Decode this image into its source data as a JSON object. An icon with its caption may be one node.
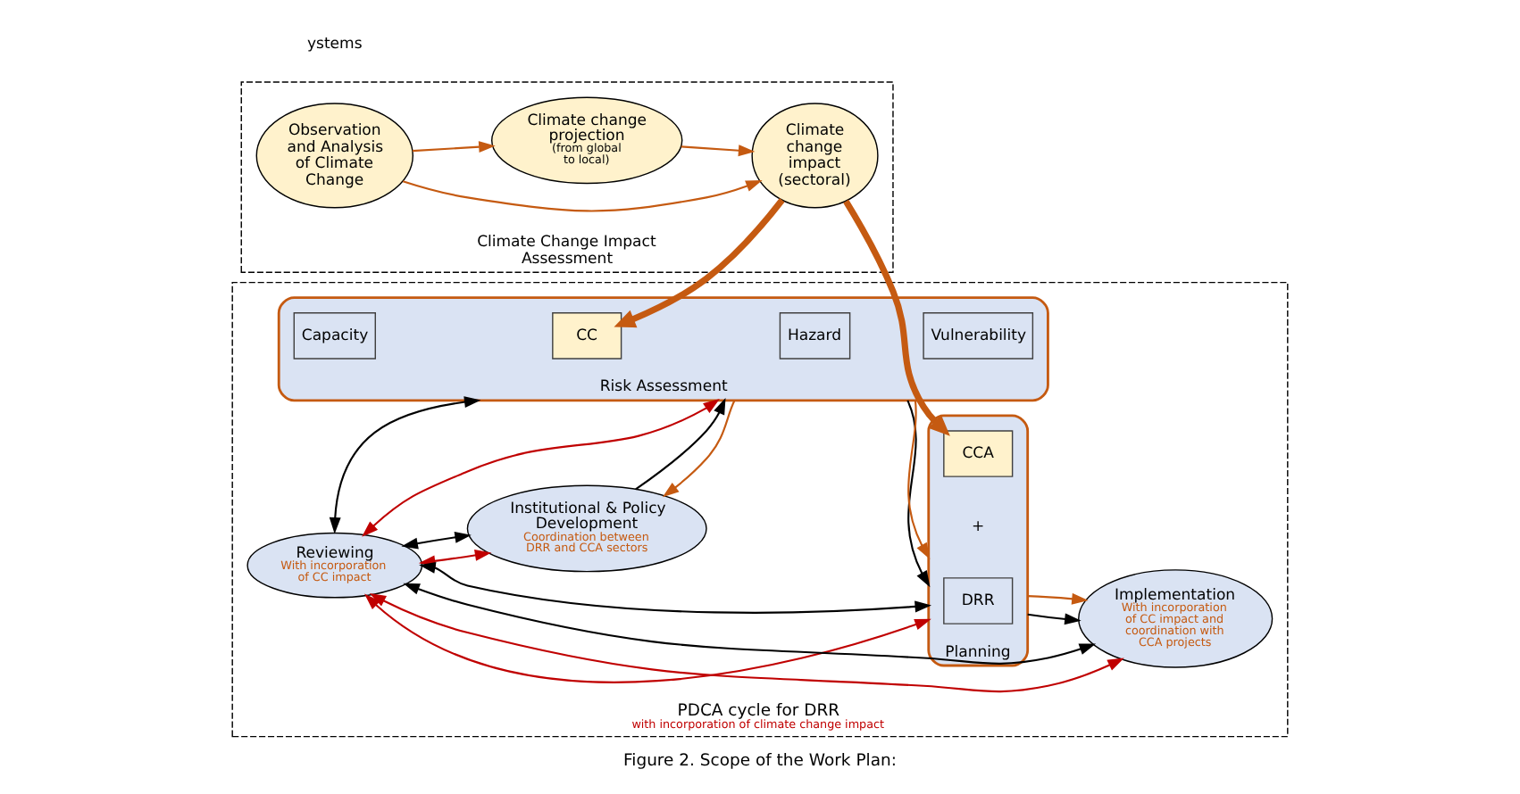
{
  "diagram": {
    "caption": "Figure 2. Scope of the Work Plan:",
    "nodes": [
      {
        "text": [
          "PDCA cycle for DRR",
          "with incorporation of climate change impact"
        ]
      },
      {
        "text": [
          "Institutional & Policy Development",
          "Coordination between DRR and CCA sectors"
        ],
        "in": 0
      },
      {
        "text": [
          "Reviewing",
          "With incorporation of CC impact"
        ],
        "in": 0
      },
      {
        "text": [
          "Risk Assessment"
        ],
        "in": 0
      },
      {
        "text": [
          "Hazard"
        ],
        "in": 3
      },
      {
        "text": [
          "Vulnerability"
        ],
        "in": 3
      },
      {
        "text": [
          "Capacity"
        ],
        "in": 3
      },
      {
        "text": [
          "CC"
        ],
        "in": 3
      },
      {
        "text": [
          "Planning"
        ],
        "in": 0
      },
      {
        "text": [
          "DRR"
        ],
        "in": 8
      },
      {
        "text": [
          "CCA"
        ],
        "in": 8
      },
      {
        "text": [
          "Implementation",
          "With incorporation of CC impact and coordination with CCA projects"
        ],
        "in": 0
      },
      {
        "text": [
          "Climate Change Impact Assessment"
        ]
      },
      {
        "text": [
          "Climate change impact (sectoral)"
        ],
        "in": 12
      },
      {
        "text": [
          "Observation and Analysis of Climate Change"
        ],
        "in": 12
      },
      {
        "text": [
          "Climate change projection",
          "(from global to local)"
        ],
        "in": 12
      }
    ],
    "edges": [
      {
        "from": 1,
        "to": 3,
        "arrow": "to",
        "color": "#000000"
      },
      {
        "from": 3,
        "to": 1,
        "arrow": "to",
        "color": "#c55a11"
      },
      {
        "from": 2,
        "to": 1,
        "arrow": "both",
        "color": "#c00000"
      },
      {
        "from": 2,
        "to": 1,
        "arrow": "both",
        "color": "#000000"
      },
      {
        "from": 2,
        "to": 3,
        "arrow": "both",
        "color": "#000000"
      },
      {
        "from": 2,
        "to": 3,
        "arrow": "both",
        "color": "#c00000"
      },
      {
        "from": 2,
        "to": 8,
        "arrow": "both",
        "color": "#000000"
      },
      {
        "from": 2,
        "to": 8,
        "arrow": "both",
        "color": "#c00000"
      },
      {
        "from": 2,
        "to": 11,
        "arrow": "both",
        "color": "#c00000"
      },
      {
        "from": 2,
        "to": 11,
        "arrow": "both",
        "color": "#000000"
      },
      {
        "from": 3,
        "to": 8,
        "arrow": "to",
        "color": "#000000"
      },
      {
        "from": 3,
        "to": 8,
        "arrow": "to",
        "color": "#c55a11"
      },
      {
        "from": 8,
        "to": 11,
        "arrow": "to",
        "color": "#000000"
      },
      {
        "from": 8,
        "to": 11,
        "arrow": "to",
        "color": "#c55a11"
      },
      {
        "from": 13,
        "to": 7,
        "arrow": "to",
        "style": "thick",
        "color": "#c55a11"
      },
      {
        "from": 13,
        "to": 10,
        "arrow": "to",
        "style": "thick",
        "color": "#c55a11"
      },
      {
        "from": 14,
        "to": 13,
        "arrow": "to",
        "color": "#c55a11"
      },
      {
        "from": 14,
        "to": 15,
        "arrow": "to",
        "color": "#c55a11"
      },
      {
        "from": 15,
        "to": 13,
        "arrow": "to",
        "color": "#c55a11"
      }
    ],
    "labels": [
      "+",
      "ystems"
    ]
  }
}
